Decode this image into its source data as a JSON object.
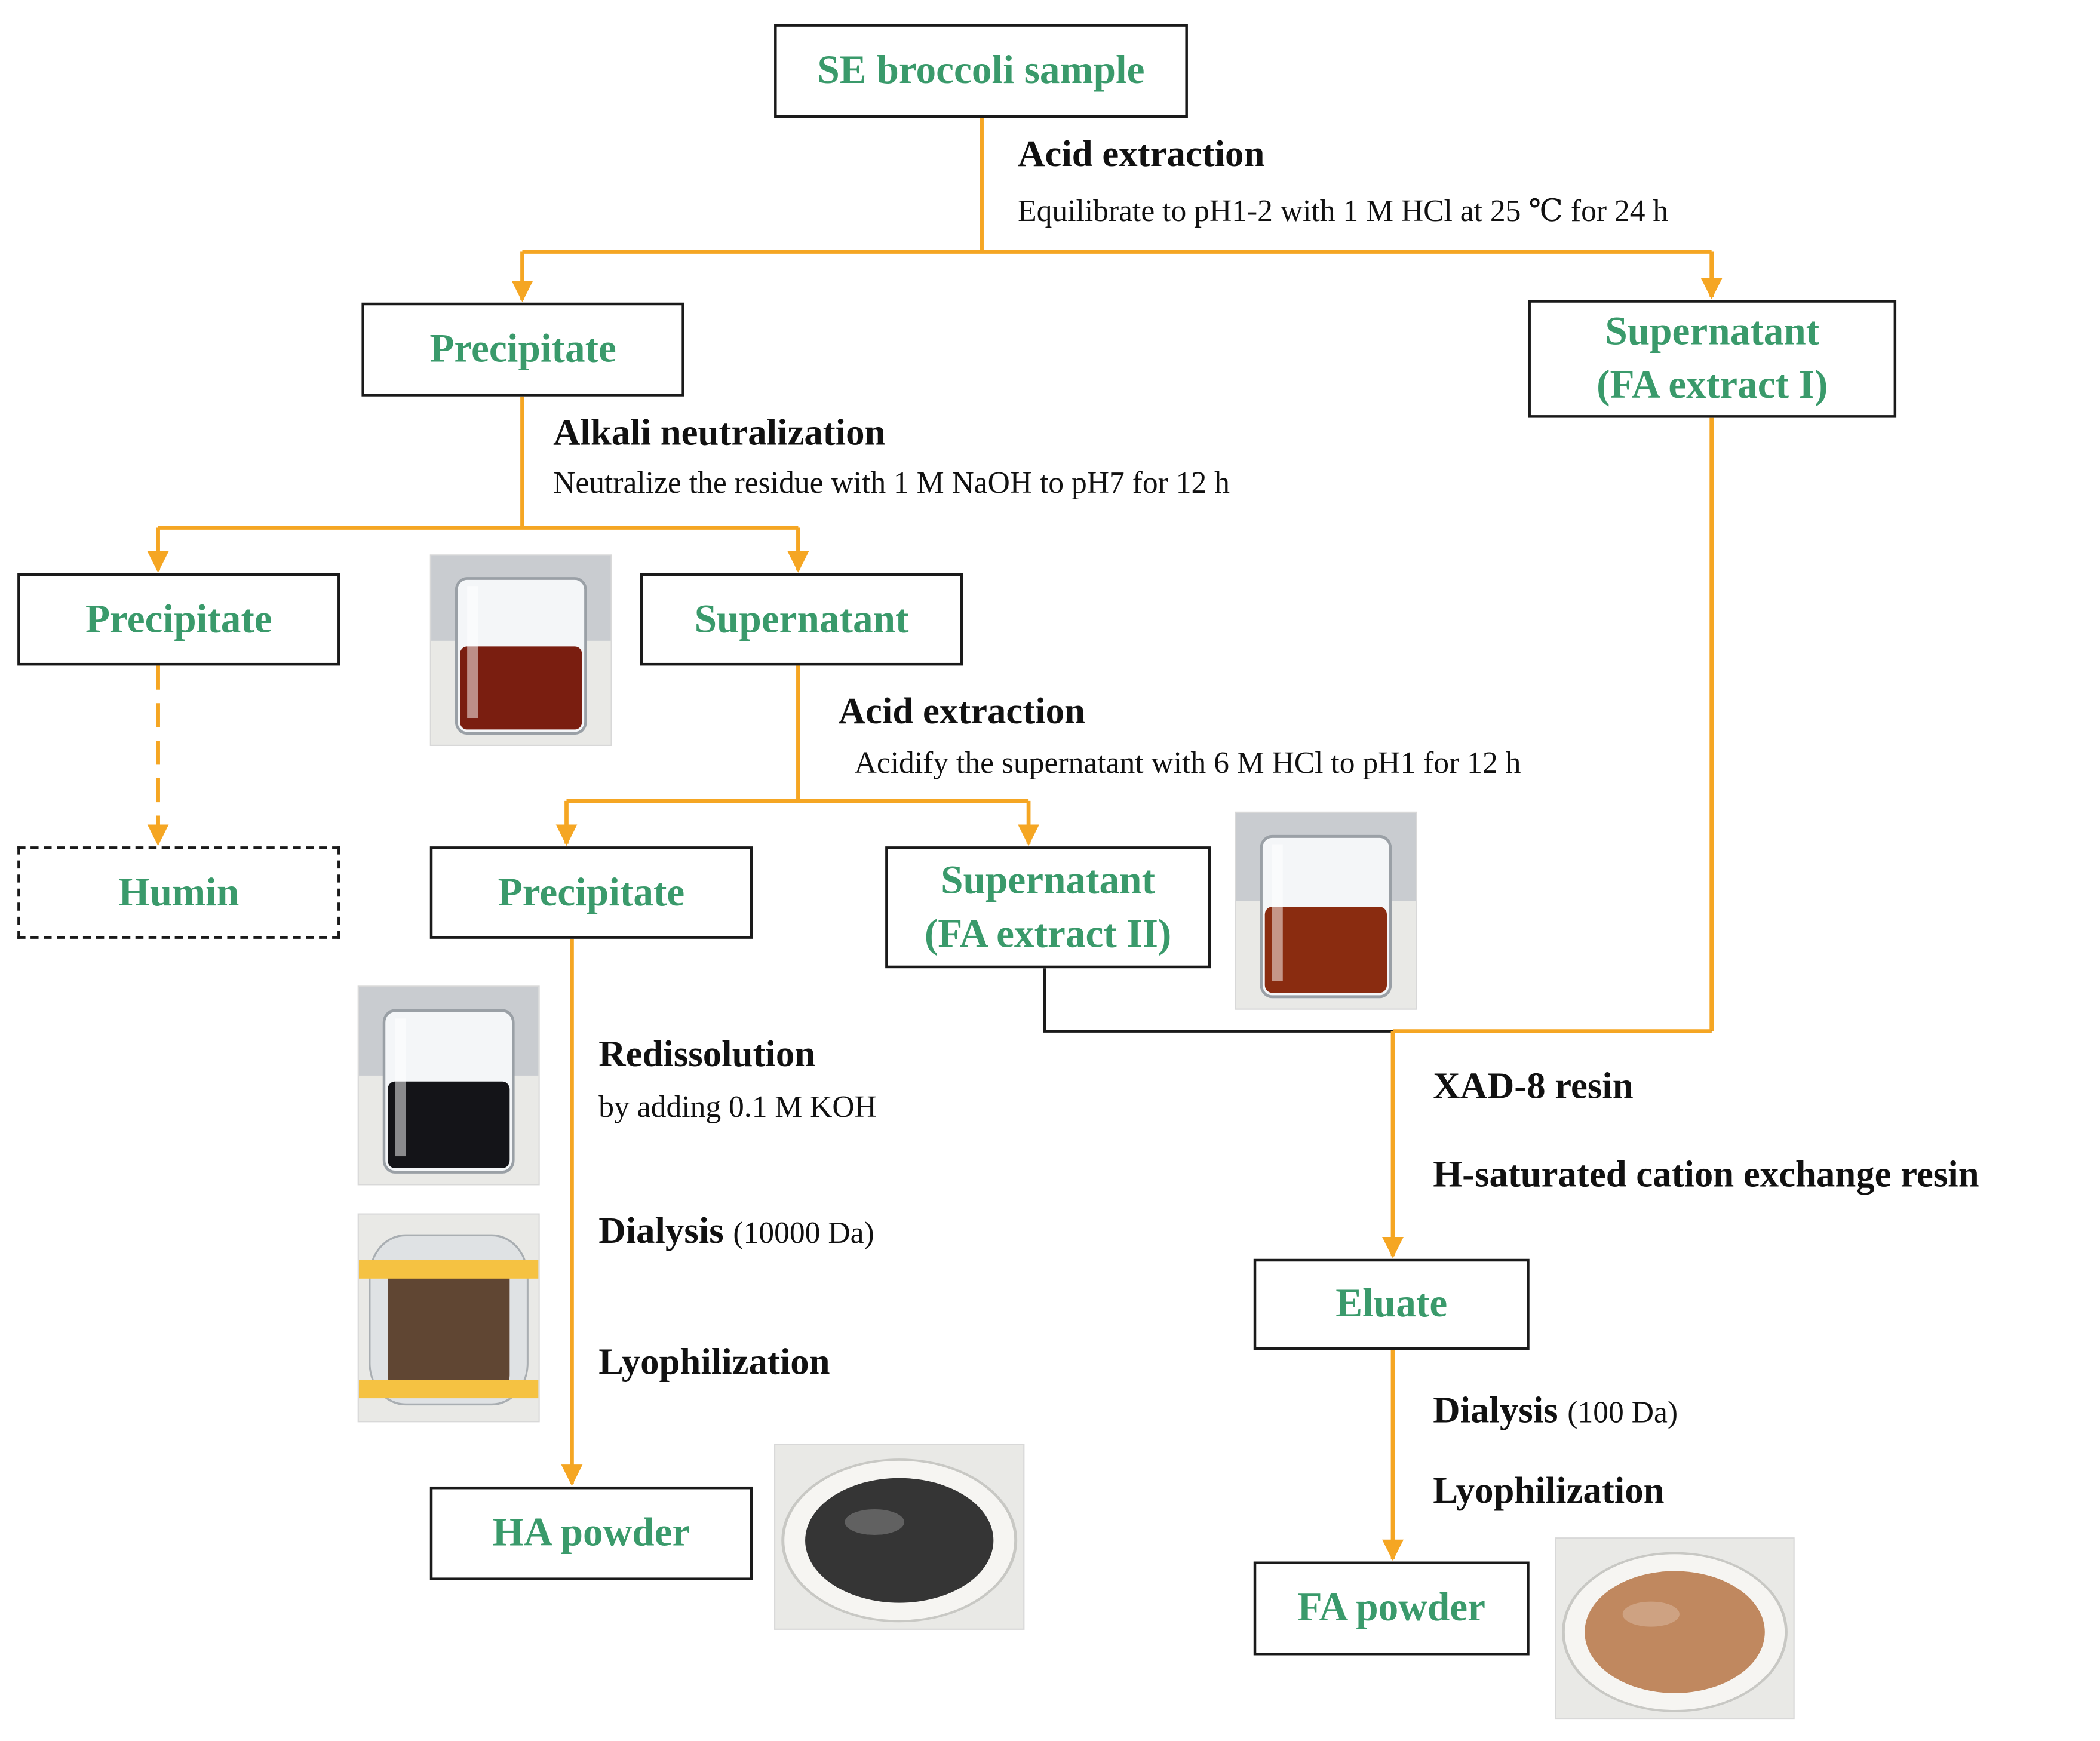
{
  "colors": {
    "node_text": "#3a9a6b",
    "connector": "#f5a623",
    "border": "#1a1a1a"
  },
  "nodes": {
    "sample": "SE broccoli sample",
    "precipitate_1": "Precipitate",
    "supernatant_fa1": "Supernatant\n(FA extract I)",
    "precipitate_2": "Precipitate",
    "supernatant_1": "Supernatant",
    "humin": "Humin",
    "precipitate_3": "Precipitate",
    "supernatant_fa2": "Supernatant\n(FA extract II)",
    "eluate": "Eluate",
    "ha_powder": "HA powder",
    "fa_powder": "FA powder"
  },
  "steps": {
    "acid_extraction_1": {
      "title": "Acid extraction",
      "detail": "Equilibrate to pH1-2 with 1 M HCl at 25 ℃ for 24 h"
    },
    "alkali_neutralization": {
      "title": "Alkali neutralization",
      "detail": "Neutralize the residue with 1 M NaOH to pH7 for 12 h"
    },
    "acid_extraction_2": {
      "title": "Acid extraction",
      "detail": "Acidify the supernatant with 6 M HCl to pH1 for 12 h"
    },
    "redissolution": {
      "title": "Redissolution",
      "detail": "by adding 0.1 M KOH"
    },
    "dialysis_ha": {
      "title": "Dialysis",
      "detail": "(10000 Da)"
    },
    "lyophilization_ha": "Lyophilization",
    "xad8": "XAD-8 resin",
    "cation_resin": "H-saturated cation exchange resin",
    "dialysis_fa": {
      "title": "Dialysis",
      "detail": "(100 Da)"
    },
    "lyophilization_fa": "Lyophilization"
  },
  "photos": [
    {
      "name": "photo-beaker-alkali-supernatant",
      "kind": "beaker",
      "liquid": "#7a1e10"
    },
    {
      "name": "photo-beaker-fa-extract-ii",
      "kind": "beaker",
      "liquid": "#8a2c10"
    },
    {
      "name": "photo-beaker-redissolution",
      "kind": "beaker",
      "liquid": "#141418"
    },
    {
      "name": "photo-dialysis-bag",
      "kind": "bag",
      "liquid": "#4a2a14"
    },
    {
      "name": "photo-ha-powder-dish",
      "kind": "dish",
      "liquid": "#1a1a1a"
    },
    {
      "name": "photo-fa-powder-dish",
      "kind": "dish",
      "liquid": "#b8794a"
    }
  ]
}
